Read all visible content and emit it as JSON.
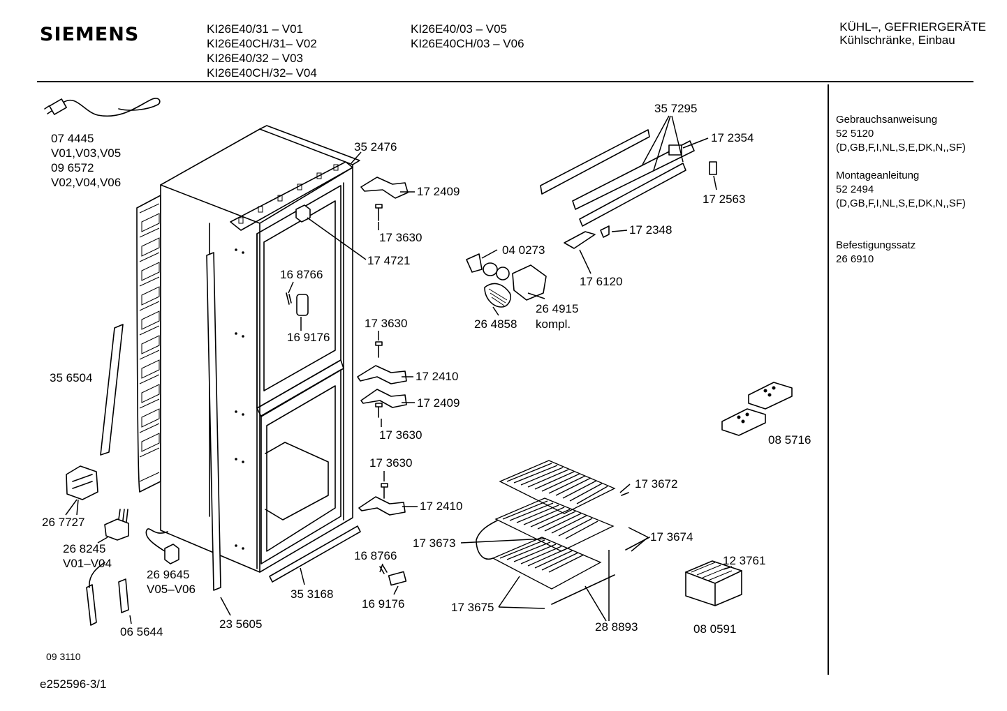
{
  "header": {
    "brand": "SIEMENS",
    "models_col1": [
      "KI26E40/31      – V01",
      "KI26E40CH/31– V02",
      "KI26E40/32      – V03",
      "KI26E40CH/32– V04"
    ],
    "models_col2": [
      "KI26E40/03        – V05",
      "KI26E40CH/03  – V06"
    ],
    "category": "KÜHL–, GEFRIERGERÄTE",
    "subcategory": "Kühlschränke, Einbau"
  },
  "sidebar": [
    {
      "title": "Gebrauchsanweisung",
      "number": "52 5120",
      "languages": "(D,GB,F,I,NL,S,E,DK,N,,SF)"
    },
    {
      "title": "Montageanleitung",
      "number": "52 2494",
      "languages": "(D,GB,F,I,NL,S,E,DK,N,,SF)"
    },
    {
      "title": "Befestigungssatz",
      "number": "26 6910"
    }
  ],
  "parts": {
    "p074445": "07 4445",
    "v010305": "V01,V03,V05",
    "p096572": "09 6572",
    "v020406": "V02,V04,V06",
    "p352476": "35 2476",
    "p172409a": "17 2409",
    "p173630a": "17 3630",
    "p174721": "17 4721",
    "p168766a": "16 8766",
    "p169176a": "16 9176",
    "p173630b": "17 3630",
    "p172410a": "17 2410",
    "p172409b": "17 2409",
    "p173630c": "17 3630",
    "p173630d": "17 3630",
    "p172410b": "17 2410",
    "p356504": "35 6504",
    "p267727": "26 7727",
    "p268245": "26 8245",
    "v0104": "V01–V04",
    "p269645": "26 9645",
    "v0506": "V05–V06",
    "p093110": "09 3110",
    "p065644": "06 5644",
    "p235605": "23 5605",
    "p353168": "35 3168",
    "p168766b": "16 8766",
    "p169176b": "16 9176",
    "p357295": "35 7295",
    "p172354": "17 2354",
    "p172563": "17 2563",
    "p172348": "17 2348",
    "p176120": "17 6120",
    "p040273": "04 0273",
    "p264858": "26 4858",
    "p264915": "26 4915",
    "kompl": "kompl.",
    "p085716": "08 5716",
    "p173672": "17 3672",
    "p173673": "17 3673",
    "p173674": "17 3674",
    "p173675": "17 3675",
    "p288893": "28 8893",
    "p123761": "12 3761",
    "p080591": "08 0591"
  },
  "footer": {
    "code": "e252596-3/1"
  }
}
